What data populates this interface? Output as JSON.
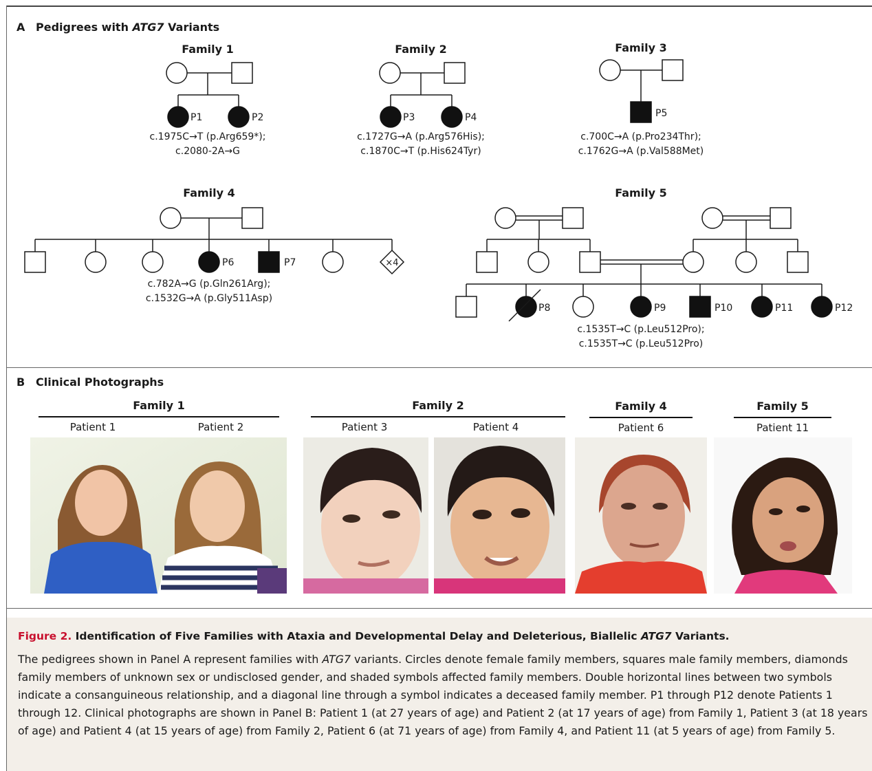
{
  "panelA": {
    "letter": "A",
    "title_pre": "Pedigrees with ",
    "title_gene": "ATG7",
    "title_post": " Variants",
    "families": {
      "f1": {
        "title": "Family 1",
        "p1": "P1",
        "p2": "P2",
        "v1": "c.1975C→T (p.Arg659*);",
        "v2": "c.2080-2A→G"
      },
      "f2": {
        "title": "Family 2",
        "p1": "P3",
        "p2": "P4",
        "v1": "c.1727G→A (p.Arg576His);",
        "v2": "c.1870C→T (p.His624Tyr)"
      },
      "f3": {
        "title": "Family 3",
        "p1": "P5",
        "v1": "c.700C→A (p.Pro234Thr);",
        "v2": "c.1762G→A (p.Val588Met)"
      },
      "f4": {
        "title": "Family 4",
        "p1": "P6",
        "p2": "P7",
        "diamond": "×4",
        "v1": "c.782A→G (p.Gln261Arg);",
        "v2": "c.1532G→A (p.Gly511Asp)"
      },
      "f5": {
        "title": "Family 5",
        "p1": "P8",
        "p2": "P9",
        "p3": "P10",
        "p4": "P11",
        "p5": "P12",
        "v1": "c.1535T→C (p.Leu512Pro);",
        "v2": "c.1535T→C (p.Leu512Pro)"
      }
    }
  },
  "panelB": {
    "letter": "B",
    "title": "Clinical Photographs",
    "groups": [
      {
        "family": "Family 1",
        "patients": [
          "Patient 1",
          "Patient 2"
        ]
      },
      {
        "family": "Family 2",
        "patients": [
          "Patient 3",
          "Patient 4"
        ]
      },
      {
        "family": "Family 4",
        "patients": [
          "Patient 6"
        ]
      },
      {
        "family": "Family 5",
        "patients": [
          "Patient 11"
        ]
      }
    ]
  },
  "caption": {
    "figure_label": "Figure 2.",
    "title_pre": " Identification of Five Families with Ataxia and Developmental Delay and Deleterious, Biallelic ",
    "title_gene": "ATG7",
    "title_post": " Variants.",
    "body_pre": "The pedigrees shown in Panel A represent families with ",
    "body_gene": "ATG7",
    "body_post": " variants. Circles denote female family members, squares male family members, diamonds family members of unknown sex or undisclosed gender, and shaded symbols affected family members. Double horizontal lines between two symbols indicate a consanguineous relationship, and a diagonal line through a symbol indicates a deceased family member. P1 through P12 denote Patients 1 through 12. Clinical photographs are shown in Panel B: Patient 1 (at 27 years of age) and Patient 2 (at 17 years of age) from Family 1, Patient 3 (at 18 years of age) and Patient 4 (at 15 years of age) from Family 2, Patient 6 (at 71 years of age) from Family 4, and Patient 11 (at 5 years of age) from Family 5."
  },
  "colors": {
    "accent": "#c8102e",
    "caption_bg": "#f3efe9",
    "affected": "#111111"
  }
}
